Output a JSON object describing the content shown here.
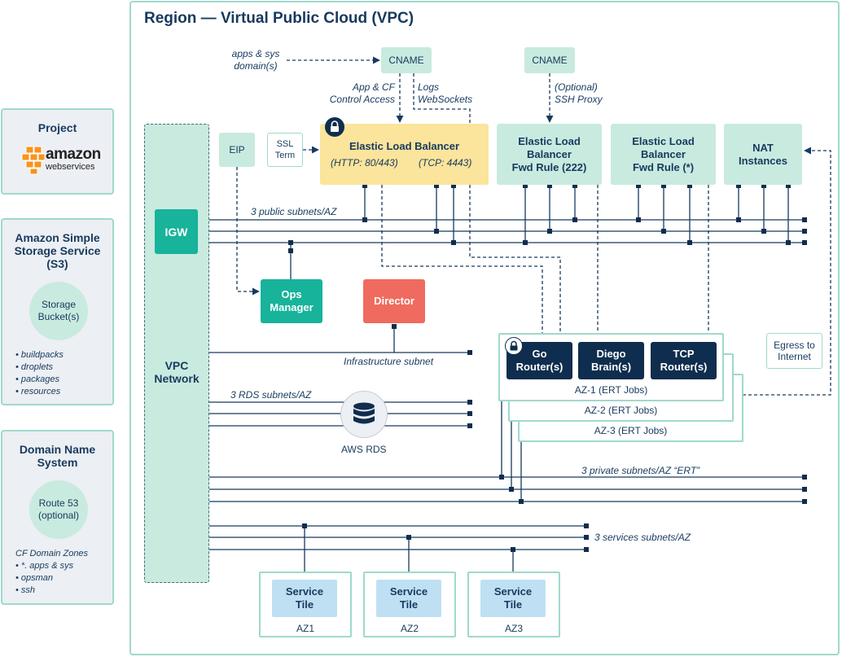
{
  "region_title": "Region — Virtual Public Cloud (VPC)",
  "side": {
    "project": {
      "title": "Project",
      "logo_text": "amazon",
      "logo_sub": "webservices"
    },
    "s3": {
      "title_l1": "Amazon Simple",
      "title_l2": "Storage Service",
      "title_l3": "(S3)",
      "circle_l1": "Storage",
      "circle_l2": "Bucket(s)",
      "items": [
        "• buildpacks",
        "• droplets",
        "• packages",
        "• resources"
      ]
    },
    "dns": {
      "title_l1": "Domain Name",
      "title_l2": "System",
      "circle_l1": "Route 53",
      "circle_l2": "(optional)",
      "zones_title": "CF Domain Zones",
      "items": [
        "• *. apps & sys",
        "• opsman",
        "• ssh"
      ]
    }
  },
  "vpc_network": {
    "l1": "VPC",
    "l2": "Network"
  },
  "igw": "IGW",
  "eip": "EIP",
  "ssl": {
    "l1": "SSL",
    "l2": "Term"
  },
  "cname1": "CNAME",
  "cname2": "CNAME",
  "apps_domain": {
    "l1": "apps & sys",
    "l2": "domain(s)"
  },
  "app_cf": {
    "l1": "App & CF",
    "l2": "Control Access"
  },
  "logs": {
    "l1": "Logs",
    "l2": "WebSockets"
  },
  "optional_ssh": {
    "l1": "(Optional)",
    "l2": "SSH Proxy"
  },
  "elb": {
    "title": "Elastic Load Balancer",
    "http": "(HTTP: 80/443)",
    "tcp": "(TCP: 4443)"
  },
  "elb_fwd222": {
    "l1": "Elastic Load",
    "l2": "Balancer",
    "l3": "Fwd Rule (222)"
  },
  "elb_fwd_star": {
    "l1": "Elastic Load",
    "l2": "Balancer",
    "l3": "Fwd Rule (*)"
  },
  "nat": {
    "l1": "NAT",
    "l2": "Instances"
  },
  "public_subnets": "3 public subnets/AZ",
  "ops_manager": {
    "l1": "Ops",
    "l2": "Manager"
  },
  "director": "Director",
  "infra_subnet": "Infrastructure subnet",
  "rds_subnets": "3 RDS subnets/AZ",
  "aws_rds": "AWS RDS",
  "go_router": {
    "l1": "Go",
    "l2": "Router(s)"
  },
  "diego": {
    "l1": "Diego",
    "l2": "Brain(s)"
  },
  "tcp_router": {
    "l1": "TCP",
    "l2": "Router(s)"
  },
  "az1": "AZ-1 (ERT Jobs)",
  "az2": "AZ-2 (ERT Jobs)",
  "az3": "AZ-3 (ERT Jobs)",
  "egress": {
    "l1": "Egress to",
    "l2": "Internet"
  },
  "private_subnets": "3 private subnets/AZ “ERT”",
  "services_subnets": "3 services subnets/AZ",
  "service_tiles": [
    {
      "l1": "Service",
      "l2": "Tile",
      "az": "AZ1"
    },
    {
      "l1": "Service",
      "l2": "Tile",
      "az": "AZ2"
    },
    {
      "l1": "Service",
      "l2": "Tile",
      "az": "AZ3"
    }
  ],
  "colors": {
    "teal": "#17b39b",
    "navy": "#0f2d4e",
    "mint": "#c9eadf",
    "border": "#9fd9cc",
    "yellow": "#fbe49b",
    "coral": "#f06b5f",
    "panel": "#eceff3",
    "service_blue": "#bfe0f3"
  }
}
